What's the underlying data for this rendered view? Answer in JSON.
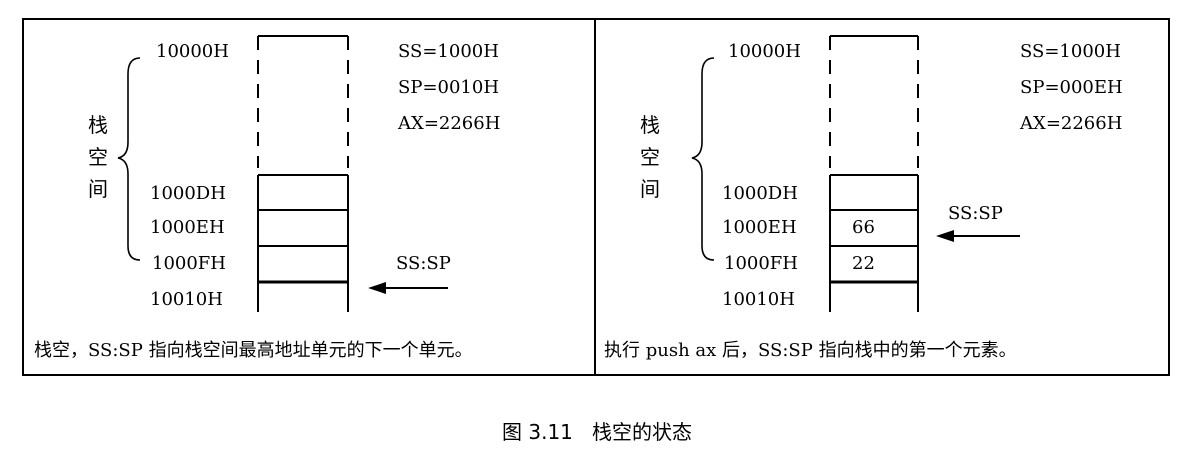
{
  "left": {
    "addresses": [
      "10000H",
      "1000DH",
      "1000EH",
      "1000FH",
      "10010H"
    ],
    "registers": [
      "SS=1000H",
      "SP=0010H",
      "AX=2266H"
    ],
    "space_label": [
      "栈",
      "空",
      "间"
    ],
    "cells": [
      "",
      ""
    ],
    "pointer_label": "SS:SP",
    "caption": "栈空，SS:SP 指向栈空间最高地址单元的下一个单元。"
  },
  "right": {
    "addresses": [
      "10000H",
      "1000DH",
      "1000EH",
      "1000FH",
      "10010H"
    ],
    "registers": [
      "SS=1000H",
      "SP=000EH",
      "AX=2266H"
    ],
    "space_label": [
      "栈",
      "空",
      "间"
    ],
    "cells": [
      "66",
      "22"
    ],
    "pointer_label": "SS:SP",
    "caption": "执行 push ax 后，SS:SP 指向栈中的第一个元素。"
  },
  "figure_caption": "图 3.11   栈空的状态"
}
